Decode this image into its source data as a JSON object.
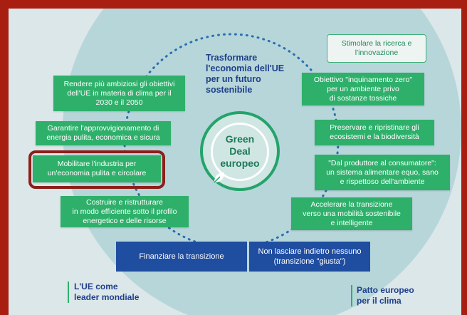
{
  "center": {
    "line1": "Green",
    "line2": "Deal",
    "line3": "europeo"
  },
  "top_title": {
    "line1": "Trasformare",
    "line2": "l'economia dell'UE",
    "line3": "per un futuro",
    "line4": "sostenibile"
  },
  "left_items": [
    {
      "lines": [
        "Rendere più ambiziosi gli obiettivi",
        "dell'UE in materia di clima per il",
        "2030 e il 2050"
      ]
    },
    {
      "lines": [
        "Garantire l'approvvigionamento di",
        "energia pulita, economica e sicura"
      ]
    },
    {
      "lines": [
        "Mobilitare l'industria per",
        "un'economia pulita e circolare"
      ]
    },
    {
      "lines": [
        "Costruire e ristrutturare",
        "in modo efficiente sotto il profilo",
        "energetico e delle risorse"
      ]
    }
  ],
  "right_items": [
    {
      "lines": [
        "Stimolare la ricerca e",
        "l'innovazione"
      ]
    },
    {
      "lines": [
        "Obiettivo \"inquinamento zero\"",
        "per un ambiente privo",
        "di sostanze tossiche"
      ]
    },
    {
      "lines": [
        "Preservare e ripristinare gli",
        "ecosistemi e la biodiversità"
      ]
    },
    {
      "lines": [
        "\"Dal produttore al consumatore\":",
        "un sistema alimentare equo, sano",
        "e rispettoso dell'ambiente"
      ]
    },
    {
      "lines": [
        "Accelerare la transizione",
        "verso una mobilità sostenibile",
        "e intelligente"
      ]
    }
  ],
  "bottom_items": [
    {
      "lines": [
        "Finanziare la transizione"
      ]
    },
    {
      "lines": [
        "Non lasciare indietro nessuno",
        "(transizione \"giusta\")"
      ]
    }
  ],
  "bottom_left_label": {
    "line1": "L'UE come",
    "line2": "leader mondiale"
  },
  "bottom_right_label": {
    "line1": "Patto europeo",
    "line2": "per il clima"
  },
  "colors": {
    "frame": "#a81f12",
    "green": "#2eb06b",
    "blue": "#1f4da0",
    "highlight": "#8c1f1a"
  }
}
